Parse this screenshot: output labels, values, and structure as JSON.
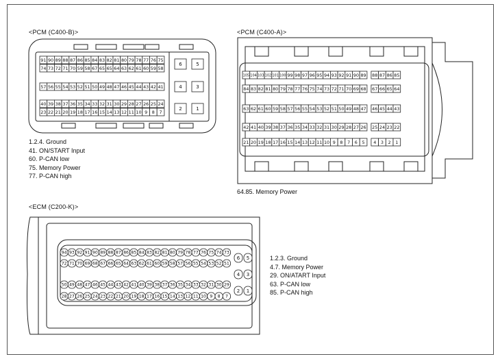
{
  "connectors": {
    "pcm_b": {
      "title": "<PCM (C400-B)>",
      "rows": [
        [
          "91",
          "90",
          "89",
          "88",
          "87",
          "86",
          "85",
          "84",
          "83",
          "82",
          "81",
          "80",
          "79",
          "78",
          "77",
          "76",
          "75"
        ],
        [
          "74",
          "73",
          "72",
          "71",
          "70",
          "59",
          "58",
          "67",
          "65",
          "65",
          "64",
          "63",
          "62",
          "61",
          "60",
          "59",
          "58"
        ],
        [
          "57",
          "56",
          "55",
          "54",
          "53",
          "52",
          "51",
          "50",
          "49",
          "48",
          "47",
          "46",
          "45",
          "44",
          "43",
          "42",
          "41"
        ],
        [
          "40",
          "39",
          "38",
          "37",
          "36",
          "35",
          "34",
          "33",
          "32",
          "31",
          "30",
          "29",
          "28",
          "27",
          "26",
          "25",
          "24"
        ],
        [
          "23",
          "22",
          "21",
          "20",
          "19",
          "18",
          "17",
          "16",
          "15",
          "14",
          "13",
          "12",
          "11",
          "10",
          "9",
          "8",
          "7"
        ]
      ],
      "side_pins": [
        "6",
        "5",
        "4",
        "3",
        "2",
        "1"
      ],
      "legend": [
        "1.2.4. Ground",
        "41. ON/START Input",
        "60. P-CAN low",
        "75. Memory Power",
        "77. P-CAN high"
      ]
    },
    "pcm_a": {
      "title": "<PCM (C400-A)>",
      "rows": [
        [
          "105",
          "104",
          "103",
          "102",
          "101",
          "100",
          "99",
          "98",
          "97",
          "96",
          "95",
          "94",
          "93",
          "92",
          "91",
          "90",
          "89",
          "88",
          "87",
          "86",
          "85"
        ],
        [
          "84",
          "83",
          "82",
          "81",
          "80",
          "79",
          "78",
          "77",
          "76",
          "75",
          "74",
          "73",
          "72",
          "71",
          "70",
          "69",
          "68",
          "67",
          "66",
          "65",
          "64"
        ],
        [
          "63",
          "62",
          "61",
          "60",
          "59",
          "58",
          "57",
          "56",
          "55",
          "54",
          "53",
          "52",
          "51",
          "50",
          "49",
          "48",
          "47",
          "46",
          "45",
          "44",
          "43"
        ],
        [
          "42",
          "41",
          "40",
          "39",
          "38",
          "37",
          "36",
          "35",
          "34",
          "33",
          "32",
          "31",
          "30",
          "29",
          "28",
          "27",
          "26",
          "25",
          "24",
          "23",
          "22"
        ],
        [
          "21",
          "20",
          "19",
          "18",
          "17",
          "16",
          "15",
          "14",
          "13",
          "12",
          "11",
          "10",
          "9",
          "8",
          "7",
          "6",
          "5",
          "4",
          "3",
          "2",
          "1"
        ]
      ],
      "legend": [
        "64.85. Memory Power"
      ]
    },
    "ecm_k": {
      "title": "<ECM (C200-K)>",
      "rows": [
        [
          "94",
          "93",
          "92",
          "91",
          "90",
          "89",
          "88",
          "87",
          "86",
          "85",
          "84",
          "83",
          "82",
          "81",
          "80",
          "79",
          "78",
          "77",
          "76",
          "75",
          "74",
          "73"
        ],
        [
          "72",
          "71",
          "70",
          "69",
          "68",
          "67",
          "66",
          "65",
          "64",
          "63",
          "62",
          "61",
          "60",
          "59",
          "58",
          "57",
          "56",
          "55",
          "54",
          "53",
          "52",
          "51"
        ],
        [
          "50",
          "49",
          "48",
          "47",
          "46",
          "45",
          "44",
          "43",
          "42",
          "41",
          "40",
          "39",
          "38",
          "37",
          "36",
          "35",
          "34",
          "33",
          "32",
          "31",
          "30",
          "29"
        ],
        [
          "28",
          "27",
          "26",
          "25",
          "24",
          "23",
          "22",
          "21",
          "20",
          "19",
          "18",
          "17",
          "16",
          "15",
          "14",
          "13",
          "12",
          "11",
          "10",
          "9",
          "8",
          "7"
        ]
      ],
      "side_pins": [
        "6",
        "5",
        "4",
        "3",
        "2",
        "1"
      ],
      "legend": [
        "1.2.3. Ground",
        "4.7. Memory Power",
        "29. ON/ATART Input",
        "63. P-CAN low",
        "85. P-CAN high"
      ]
    }
  }
}
